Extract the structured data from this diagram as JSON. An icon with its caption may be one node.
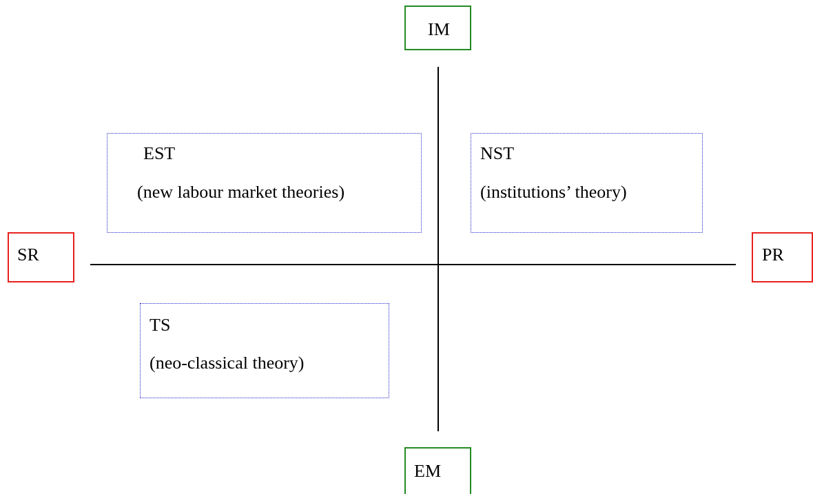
{
  "diagram": {
    "nodes": [
      {
        "text": [
          "IM"
        ]
      },
      {
        "text": [
          "EST",
          "(new labour market theories)"
        ]
      },
      {
        "text": [
          "NST",
          "(institutions’ theory)"
        ]
      },
      {
        "text": [
          "SR"
        ]
      },
      {
        "text": [
          "PR"
        ]
      },
      {
        "text": [
          "TS",
          "(neo-classical theory)"
        ]
      },
      {
        "text": [
          "EM"
        ]
      }
    ]
  }
}
